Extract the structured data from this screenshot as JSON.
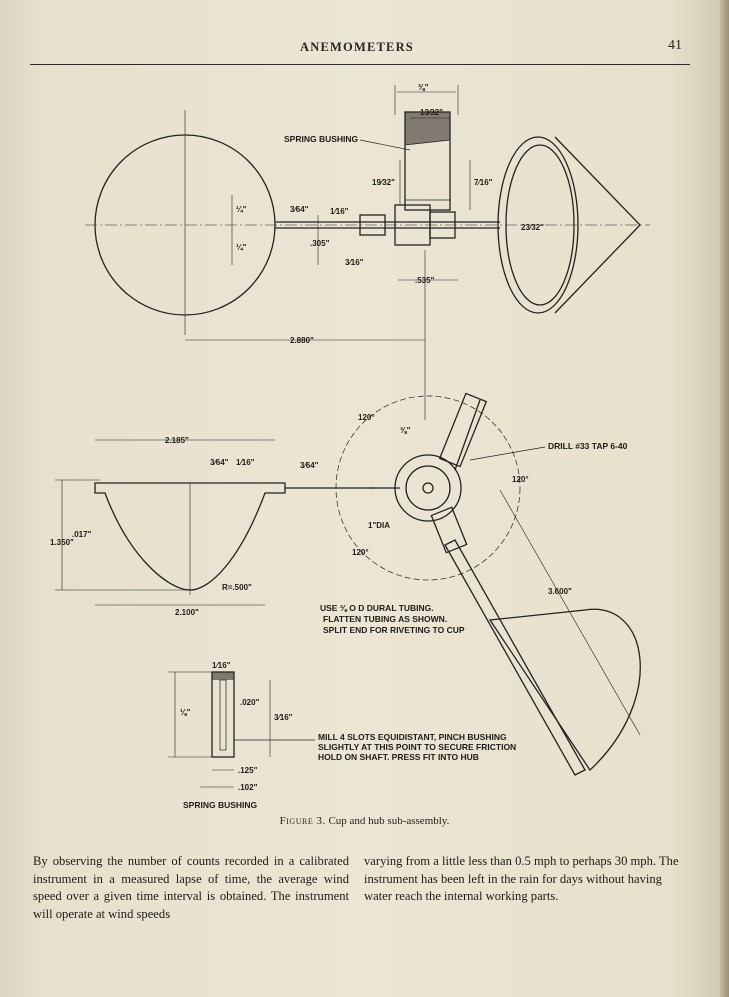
{
  "header": {
    "running_head": "ANEMOMETERS",
    "page_number": "41"
  },
  "figure": {
    "labels": {
      "spring_bushing": "SPRING BUSHING",
      "drill": "DRILL #33 TAP 6-40",
      "dural": "USE ⅜ O D DURAL TUBING.",
      "flatten": "FLATTEN TUBING AS SHOWN.",
      "split": "SPLIT END FOR RIVETING TO CUP",
      "mill_1": "MILL 4 SLOTS EQUIDISTANT, PINCH BUSHING",
      "mill_2": "SLIGHTLY AT THIS POINT TO SECURE FRICTION",
      "mill_3": "HOLD ON SHAFT. PRESS FIT INTO HUB",
      "spring_bushing_title": "SPRING BUSHING",
      "dia": "1\"DIA"
    },
    "dimensions": {
      "d_3_8": "⅜\"",
      "d_13_32": "13⁄32\"",
      "d_19_32": "19⁄32\"",
      "d_7_16": "7⁄16\"",
      "d_1_4": "¼\"",
      "d_3_64": "3⁄64\"",
      "d_1_16": "1⁄16\"",
      "d_305": ".305\"",
      "d_535": ".535\"",
      "d_2880": "2.880\"",
      "d_23_32": "23⁄32\"",
      "d_2185": "2.185\"",
      "d_3_64b": "3⁄64\"",
      "d_1_16b": "1⁄16\"",
      "d_3_64c": "3⁄64\"",
      "d_1350": "1.350\"",
      "d_017": ".017\"",
      "d_r500": "R=.500\"",
      "d_2100": "2.100\"",
      "d_120a": "120°",
      "d_120b": "120°",
      "d_120c": "120°",
      "d_3600": "3.600\"",
      "d_1_4b": "¼\"",
      "d_3_16": "3⁄16\"",
      "d_020": ".020\"",
      "d_1_8": "⅛\"",
      "d_3_16b": "3⁄16\"",
      "d_125": ".125\"",
      "d_102": ".102\"",
      "d_1_16c": "1⁄16\"",
      "d_3_8b": "⅜\""
    }
  },
  "caption": {
    "prefix": "Figure 3.",
    "text": " Cup and hub sub-assembly."
  },
  "body": {
    "left": "By observing the number of counts recorded in a calibrated instrument in a measured lapse of time, the average wind speed over a given time interval is obtained. The instrument will operate at wind speeds",
    "right": "varying from a little less than 0.5 mph to perhaps 30 mph. The instrument has been left in the rain for days without having water reach the internal working parts."
  }
}
